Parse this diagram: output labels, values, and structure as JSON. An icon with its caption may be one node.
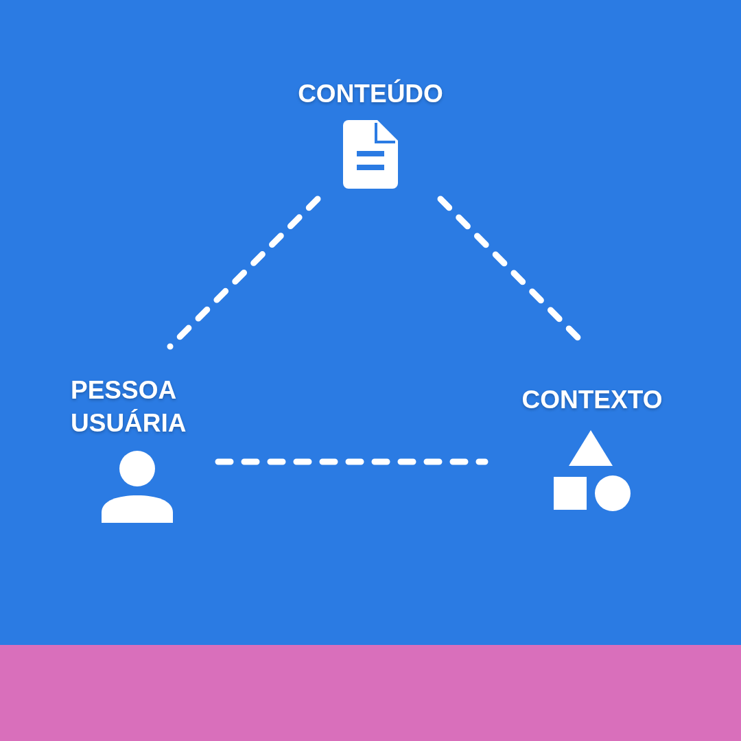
{
  "diagram": {
    "nodes": [
      {
        "text": [
          "CONTEÚDO"
        ]
      },
      {
        "text": [
          "PESSOA USUÁRIA"
        ]
      },
      {
        "text": [
          "CONTEXTO"
        ]
      }
    ],
    "edges": [
      {
        "from": 0,
        "to": 1,
        "arrow": "none",
        "style": "dashed"
      },
      {
        "from": 0,
        "to": 2,
        "arrow": "none",
        "style": "dashed"
      },
      {
        "from": 1,
        "to": 2,
        "arrow": "none",
        "style": "dashed"
      }
    ]
  }
}
